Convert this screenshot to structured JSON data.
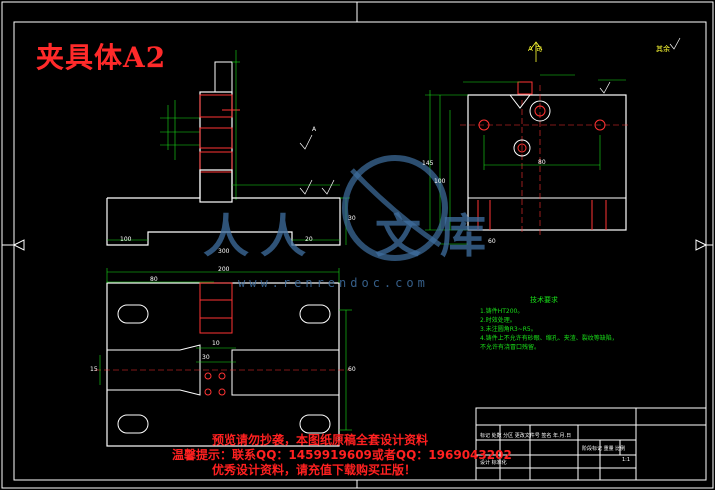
{
  "drawing": {
    "title": "夹具体A2",
    "view_label": "A 向",
    "roughness_note": "其余",
    "section_mark": "A"
  },
  "dimensions": {
    "top_view": [
      "300",
      "100",
      "20",
      "30"
    ],
    "side_view": [
      "145",
      "100",
      "80",
      "60"
    ],
    "plan_view": [
      "200",
      "80",
      "30",
      "10",
      "15",
      "60"
    ]
  },
  "tech_requirements": {
    "heading": "技术要求",
    "lines": [
      "1.铸件HT200。",
      "2.时效处理。",
      "3.未注圆角R3~R5。",
      "4.铸件上不允许有砂眼、缩孔、夹渣、裂纹等缺陷，",
      "不允许有浇冒口残留。"
    ]
  },
  "title_block": {
    "row1": "标记 处数 分区 更改文件号 签名 年.月.日",
    "row2": "阶段标记 重量 比例",
    "row3": "设计 标准化",
    "scale": "1:1"
  },
  "watermark": {
    "site": "www.renrendoc.com",
    "chars": [
      "人",
      "人",
      "文",
      "库"
    ]
  },
  "promo": {
    "line1": "预览请勿抄袭，本图纸原稿全套设计资料",
    "line2": "温馨提示：联系QQ：1459919609或者QQ：1969043202",
    "line3": "优秀设计资料，请充值下载购买正版！"
  },
  "colors": {
    "background": "#000000",
    "outline": "#ffffff",
    "dimension": "#19e019",
    "center_line": "#ff3333",
    "hatch": "#ff3333",
    "annotation": "#ffff33",
    "watermark": "#3f6fa0"
  }
}
